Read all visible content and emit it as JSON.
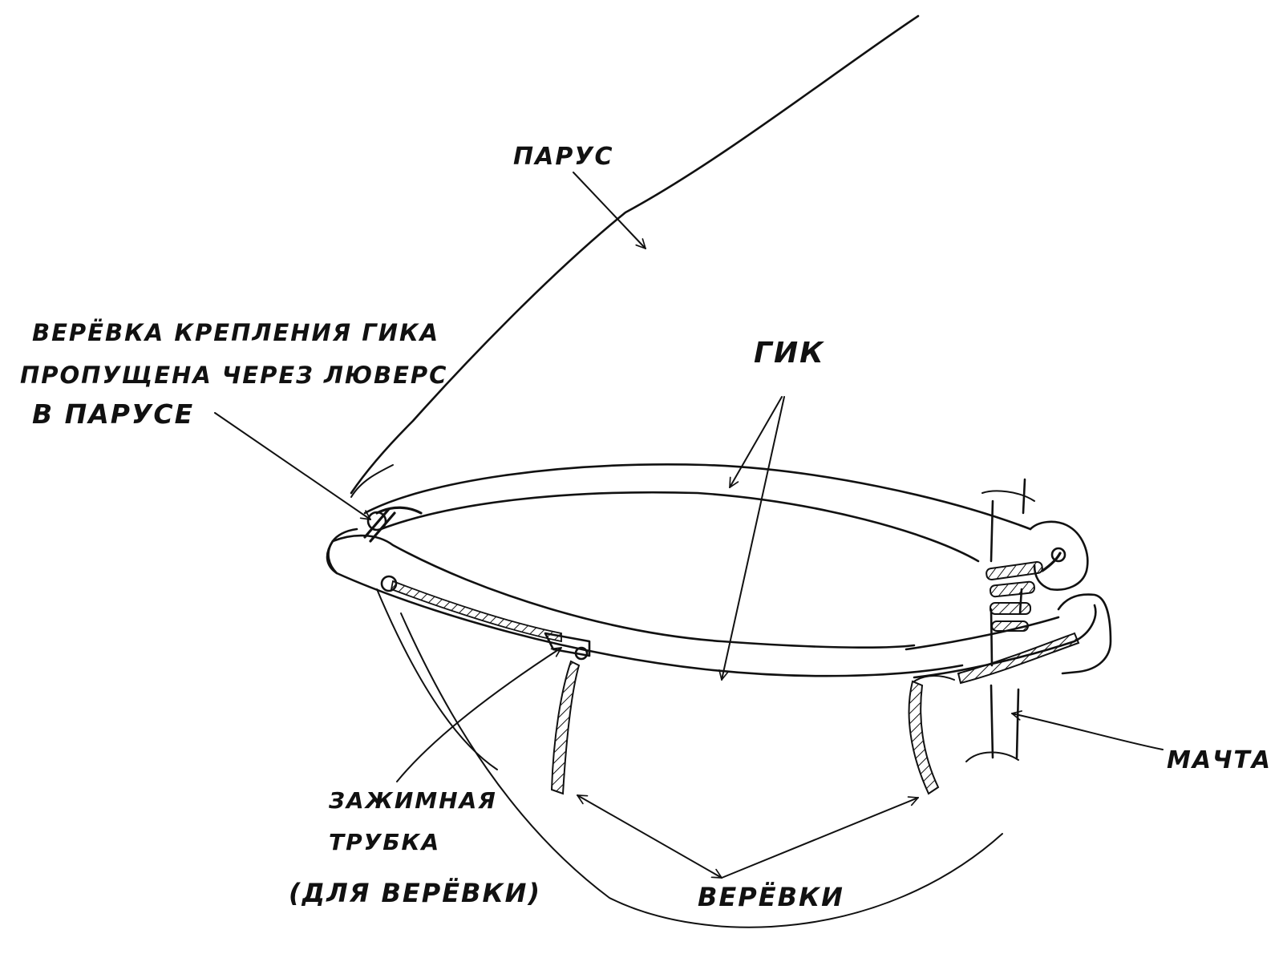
{
  "labels": {
    "sail": "ПАРУС",
    "boom_rope_line1": "ВЕРЁВКА КРЕПЛЕНИЯ ГИКА",
    "boom_rope_line2": "ПРОПУЩЕНА ЧЕРЕЗ ЛЮВЕРС",
    "boom_rope_line3": "В ПАРУСЕ",
    "boom": "ГИК",
    "mast": "МАЧТА",
    "clamp_line1": "ЗАЖИМНАЯ",
    "clamp_line2": "ТРУБКА",
    "clamp_line3": "(ДЛЯ ВЕРЁВКИ)",
    "ropes": "ВЕРЁВКИ"
  },
  "colors": {
    "ink": "#111111",
    "paper": "#ffffff"
  }
}
